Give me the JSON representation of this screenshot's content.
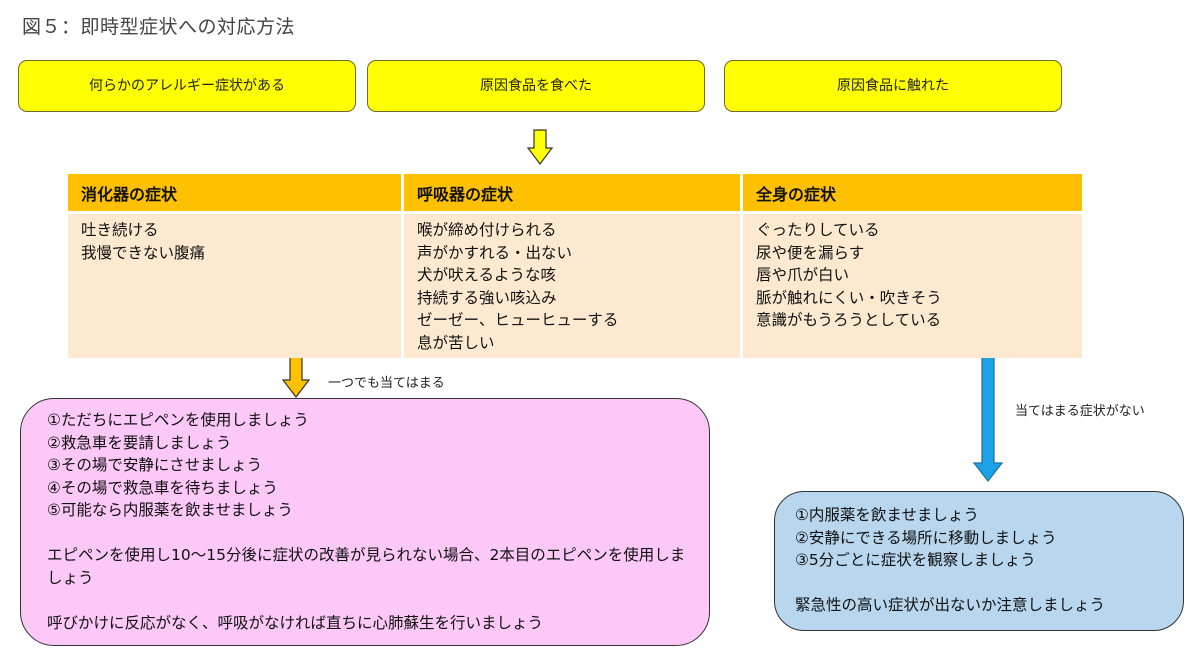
{
  "title": "図５：即時型症状への対応方法",
  "triggers": [
    "何らかのアレルギー症状がある",
    "原因食品を食べた",
    "原因食品に触れた"
  ],
  "symptoms": {
    "columns": [
      {
        "header": "消化器の症状",
        "items": [
          "吐き続ける",
          "我慢できない腹痛"
        ]
      },
      {
        "header": "呼吸器の症状",
        "items": [
          "喉が締め付けられる",
          "声がかすれる・出ない",
          "犬が吠えるような咳",
          "持続する強い咳込み",
          "ゼーゼー、ヒューヒューする",
          "息が苦しい"
        ]
      },
      {
        "header": "全身の症状",
        "items": [
          "ぐったりしている",
          "尿や便を漏らす",
          "唇や爪が白い",
          "脈が触れにくい・吹きそう",
          "意識がもうろうとしている"
        ]
      }
    ]
  },
  "labels": {
    "any_match": "一つでも当てはまる",
    "none_match": "当てはまる症状がない"
  },
  "emergency": {
    "steps": [
      "①ただちにエピペンを使用しましょう",
      "②救急車を要請しましょう",
      "③その場で安静にさせましょう",
      "④その場で救急車を待ちましょう",
      "⑤可能なら内服薬を飲ませましょう"
    ],
    "note1": "エピペンを使用し10～15分後に症状の改善が見られない場合、2本目のエピペンを使用しましょう",
    "note2": "呼びかけに反応がなく、呼吸がなければ直ちに心肺蘇生を行いましょう"
  },
  "mild": {
    "steps": [
      "①内服薬を飲ませましょう",
      "②安静にできる場所に移動しましょう",
      "③5分ごとに症状を観察しましょう"
    ],
    "note": "緊急性の高い症状が出ないか注意しましょう"
  },
  "colors": {
    "trigger": "#ffff00",
    "header": "#ffc000",
    "cell": "#fde9d0",
    "emergency_box": "#fbc8f7",
    "mild_box": "#b8d7ef",
    "arrow_yellow": "#ffff00",
    "arrow_orange": "#ffc000",
    "arrow_blue": "#1ea2e6"
  }
}
